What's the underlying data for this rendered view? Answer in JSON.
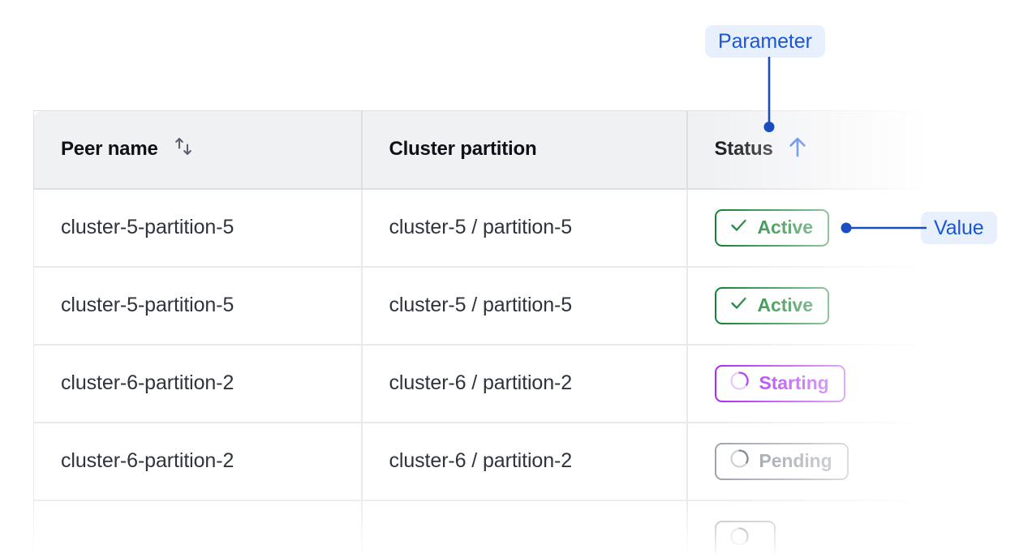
{
  "table": {
    "columns": [
      {
        "key": "peer_name",
        "label": "Peer name",
        "sort_icon": "sort-updown-icon",
        "sort_state": "none"
      },
      {
        "key": "cluster_partition",
        "label": "Cluster partition",
        "sort_icon": null,
        "sort_state": null
      },
      {
        "key": "status",
        "label": "Status",
        "sort_icon": "arrow-up-icon",
        "sort_state": "ascending"
      }
    ],
    "rows": [
      {
        "peer_name": "cluster-5-partition-5",
        "cluster_partition": "cluster-5 / partition-5",
        "status": {
          "label": "Active",
          "variant": "active",
          "icon": "check-icon"
        },
        "dimmed": false
      },
      {
        "peer_name": "cluster-5-partition-5",
        "cluster_partition": "cluster-5 / partition-5",
        "status": {
          "label": "Active",
          "variant": "active",
          "icon": "check-icon"
        },
        "dimmed": false
      },
      {
        "peer_name": "cluster-6-partition-2",
        "cluster_partition": "cluster-6 / partition-2",
        "status": {
          "label": "Starting",
          "variant": "starting",
          "icon": "spinner-icon"
        },
        "dimmed": false
      },
      {
        "peer_name": "cluster-6-partition-2",
        "cluster_partition": "cluster-6 / partition-2",
        "status": {
          "label": "Pending",
          "variant": "pending",
          "icon": "spinner-icon"
        },
        "dimmed": true
      },
      {
        "peer_name": "",
        "cluster_partition": "",
        "status": {
          "label": "",
          "variant": "pending",
          "icon": "spinner-icon"
        },
        "dimmed": true
      }
    ]
  },
  "annotations": [
    {
      "id": "parameter",
      "label": "Parameter",
      "points_to": "status-column-header"
    },
    {
      "id": "value",
      "label": "Value",
      "points_to": "status-badge-row-1"
    }
  ],
  "colors": {
    "annotation_text": "#1a56d6",
    "annotation_bg": "#e8f0fe",
    "leader_line": "#1a4ec0",
    "header_bg": "#f0f1f3",
    "header_text": "#101116",
    "cell_text": "#30333d",
    "cell_text_dimmed": "#a9adb7",
    "border": "#dcdee2",
    "row_border": "#e8e9ec",
    "status_active": "#0a7d27",
    "status_starting": "#a822f0",
    "status_pending": "#9aa0aa",
    "sort_icon_inactive": "#5c6170",
    "sort_icon_active": "#1f5ae0"
  }
}
